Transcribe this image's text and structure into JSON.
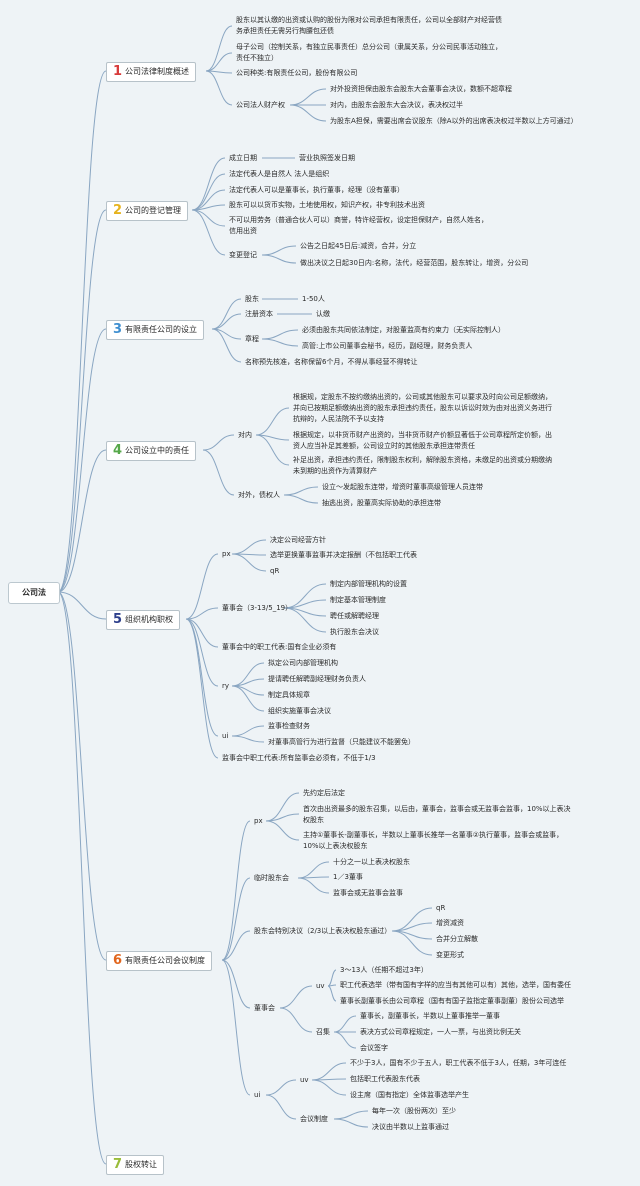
{
  "root": "公司法",
  "colors": {
    "link": "#8aa6c2",
    "b1": "#d83b3b",
    "b2": "#e6b31e",
    "b3": "#3f8fd0",
    "b4": "#56a84a",
    "b5": "#2d3f8c",
    "b6": "#e1661e",
    "b7": "#9abd3a"
  },
  "branches": [
    {
      "num": "1",
      "label": "公司法律制度概述"
    },
    {
      "num": "2",
      "label": "公司的登记管理"
    },
    {
      "num": "3",
      "label": "有限责任公司的设立"
    },
    {
      "num": "4",
      "label": "公司设立中的责任"
    },
    {
      "num": "5",
      "label": "组织机构职权"
    },
    {
      "num": "6",
      "label": "有限责任公司会议制度"
    },
    {
      "num": "7",
      "label": "股权转让"
    }
  ],
  "b1": {
    "a": "股东以其认缴的出资或认购的股份为限对公司承担有限责任，公司以全部财产对经营债务承担责任无需另行掏腰包还债",
    "b": "母子公司（控制关系，有独立民事责任）总分公司（隶属关系，分公司民事活动独立，责任不独立）",
    "c": "公司种类:有限责任公司，股份有限公司",
    "d": "公司法人财产权",
    "d1": "对外投资担保由股东会股东大会董事会决议，数额不超章程",
    "d2": "对内，由股东会股东大会决议，表决权过半",
    "d3": "为股东A担保，需要出席会议股东（除A以外的出席表决权过半数以上方可通过）"
  },
  "b2": {
    "a": "成立日期",
    "a1": "营业执照签发日期",
    "b": "法定代表人是自然人 法人是组织",
    "c": "法定代表人可以是董事长，执行董事，经理（没有董事）",
    "d": "股东可以以货币实物，土地使用权，知识产权，非专利技术出资",
    "e": "不可以用劳务（普通合伙人可以）商誉，特许经营权，设定担保财产，自然人姓名，信用出资",
    "f": "变更登记",
    "f1": "公告之日起45日后:减资，合并，分立",
    "f2": "做出决议之日起30日内:名称，法代，经营范围，股东转让，增资，分公司"
  },
  "b3": {
    "a": "股东",
    "a1": "1-50人",
    "b": "注册资本",
    "b1": "认缴",
    "c": "章程",
    "c1": "必须由股东共同依法制定，对股董监高有约束力（无实际控制人）",
    "c2": "高管:上市公司董事会秘书，经历，副经理，财务负责人",
    "d": "名称预先核准，名称保留6个月，不得从事经营不得转让"
  },
  "b4": {
    "a": "对内",
    "a1": "根据规，定股东不按约缴纳出资的，公司或其他股东可以要求及时向公司足额缴纳，并向已按期足额缴纳出资的股东承担违约责任，股东以诉讼时效为由对出资义务进行抗辩的，人民法院不予以支持",
    "a2": "根据规定，以非货币财产出资的，当非货币财产价额显著低于公司章程所定价额，出资人应当补足其差额，公司设立时的其他股东承担连带责任",
    "a3": "补足出资，承担违约责任，限制股东权利，解除股东资格，未缴足的出资或分期缴纳未到期的出资作为清算财产",
    "b": "对外，债权人",
    "b1": "设立〜发起股东连带，增资时董事高级管理人员连带",
    "b2": "抽逃出资，股董高实际协助的承担连带"
  },
  "b5": {
    "px": "px",
    "px1": "决定公司经营方针",
    "px2": "选举更换董事监事并决定报酬（不包括职工代表",
    "px3": "qR",
    "dsh": "董事会（3-13/5_19）",
    "dsh1": "制定内部管理机构的设置",
    "dsh2": "制定基本管理制度",
    "dsh3": "聘任或解聘经理",
    "dsh4": "执行股东会决议",
    "zg": "董事会中的职工代表:国有企业必须有",
    "ry": "ry",
    "ry1": "拟定公司内部管理机构",
    "ry2": "提请聘任解聘副经理财务负责人",
    "ry3": "制定具体规章",
    "ry4": "组织实施董事会决议",
    "ui": "ui",
    "ui1": "监事检查财务",
    "ui2": "对董事高管行为进行监督（只能建议不能罢免）",
    "js": "监事会中职工代表:所有监事会必须有，不低于1/3"
  },
  "b6": {
    "px": "px",
    "px1": "先约定后法定",
    "px2": "首次由出资最多的股东召集，以后由，董事会，监事会或无监事会监事，10%以上表决权股东",
    "px3": "主持①董事长-副董事长，半数以上董事长推举一名董事②执行董事，监事会或监事，10%以上表决权股东",
    "ls": "临时股东会",
    "ls1": "十分之一以上表决权股东",
    "ls2": "1／3董事",
    "ls3": "监事会或无监事会监事",
    "tb": "股东会特别决议（2/3以上表决权股东通过）",
    "tb1": "qR",
    "tb2": "增资减资",
    "tb3": "合并分立解散",
    "tb4": "变更形式",
    "dsh": "董事会",
    "uv": "uv",
    "uv1": "3〜13人（任期不超过3年）",
    "uv2": "职工代表选举（带有国有字样的应当有其他可以有）其他，选举，国有委任",
    "uv3": "董事长副董事长由公司章程（国有有国子监指定董事副董）股份公司选举",
    "zj": "召集",
    "zj1": "董事长，副董事长，半数以上董事推举一董事",
    "zj2": "表决方式公司章程规定，一人一票，与出资比例无关",
    "zj3": "会议签字",
    "ui": "ui",
    "ui_uv": "uv",
    "ui_uv1": "不少于3人，国有不少于五人，职工代表不低于3人，任期，3年可连任",
    "ui_uv2": "包括职工代表股东代表",
    "ui_uv3": "设主席（国有指定）全体监事选举产生",
    "hy": "会议制度",
    "hy1": "每年一次（股份两次）至少",
    "hy2": "决议由半数以上监事通过"
  }
}
